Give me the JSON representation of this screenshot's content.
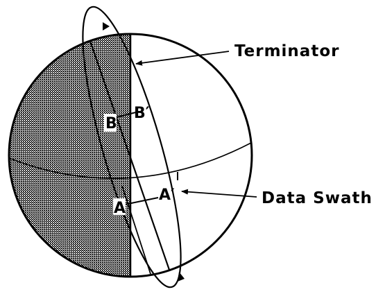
{
  "labels": {
    "terminator": "Terminator",
    "data_swath": "Data Swath",
    "point_b_prime": "B′",
    "point_a_prime": "A′",
    "point_b": "B",
    "point_a": "A"
  },
  "colors": {
    "ink": "#000000",
    "paper": "#ffffff",
    "night_stipple": "#6e6e6e"
  }
}
